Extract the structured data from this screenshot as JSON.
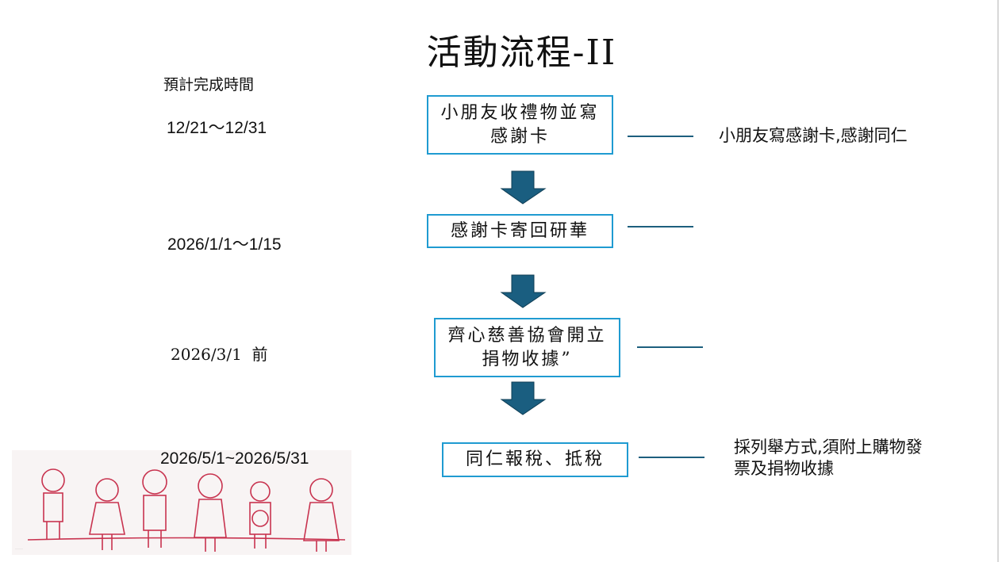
{
  "slide": {
    "title": "活動流程-II",
    "schedule_header": "預計完成時間",
    "steps": [
      {
        "date": "12/21～12/31",
        "box_line1": "小朋友收禮物並寫",
        "box_line2": "感謝卡",
        "note_line1": "小朋友寫感謝卡,感謝同仁",
        "note_line2": ""
      },
      {
        "date": "2026/1/1～1/15",
        "box_line1": "感謝卡寄回研華",
        "box_line2": "",
        "note_line1": "",
        "note_line2": ""
      },
      {
        "date": "2026/3/1  前",
        "box_line1": "齊心慈善協會開立",
        "box_line2": "捐物收據”",
        "note_line1": "",
        "note_line2": ""
      },
      {
        "date": "2026/5/1~2026/5/31",
        "box_line1": "同仁報稅、抵稅",
        "box_line2": "",
        "note_line1": "採列舉方式,須附上購物發",
        "note_line2": "票及捐物收據"
      }
    ],
    "colors": {
      "box_border": "#1f9bd1",
      "arrow": "#1a5e80",
      "illustration": "#c8334f"
    }
  }
}
